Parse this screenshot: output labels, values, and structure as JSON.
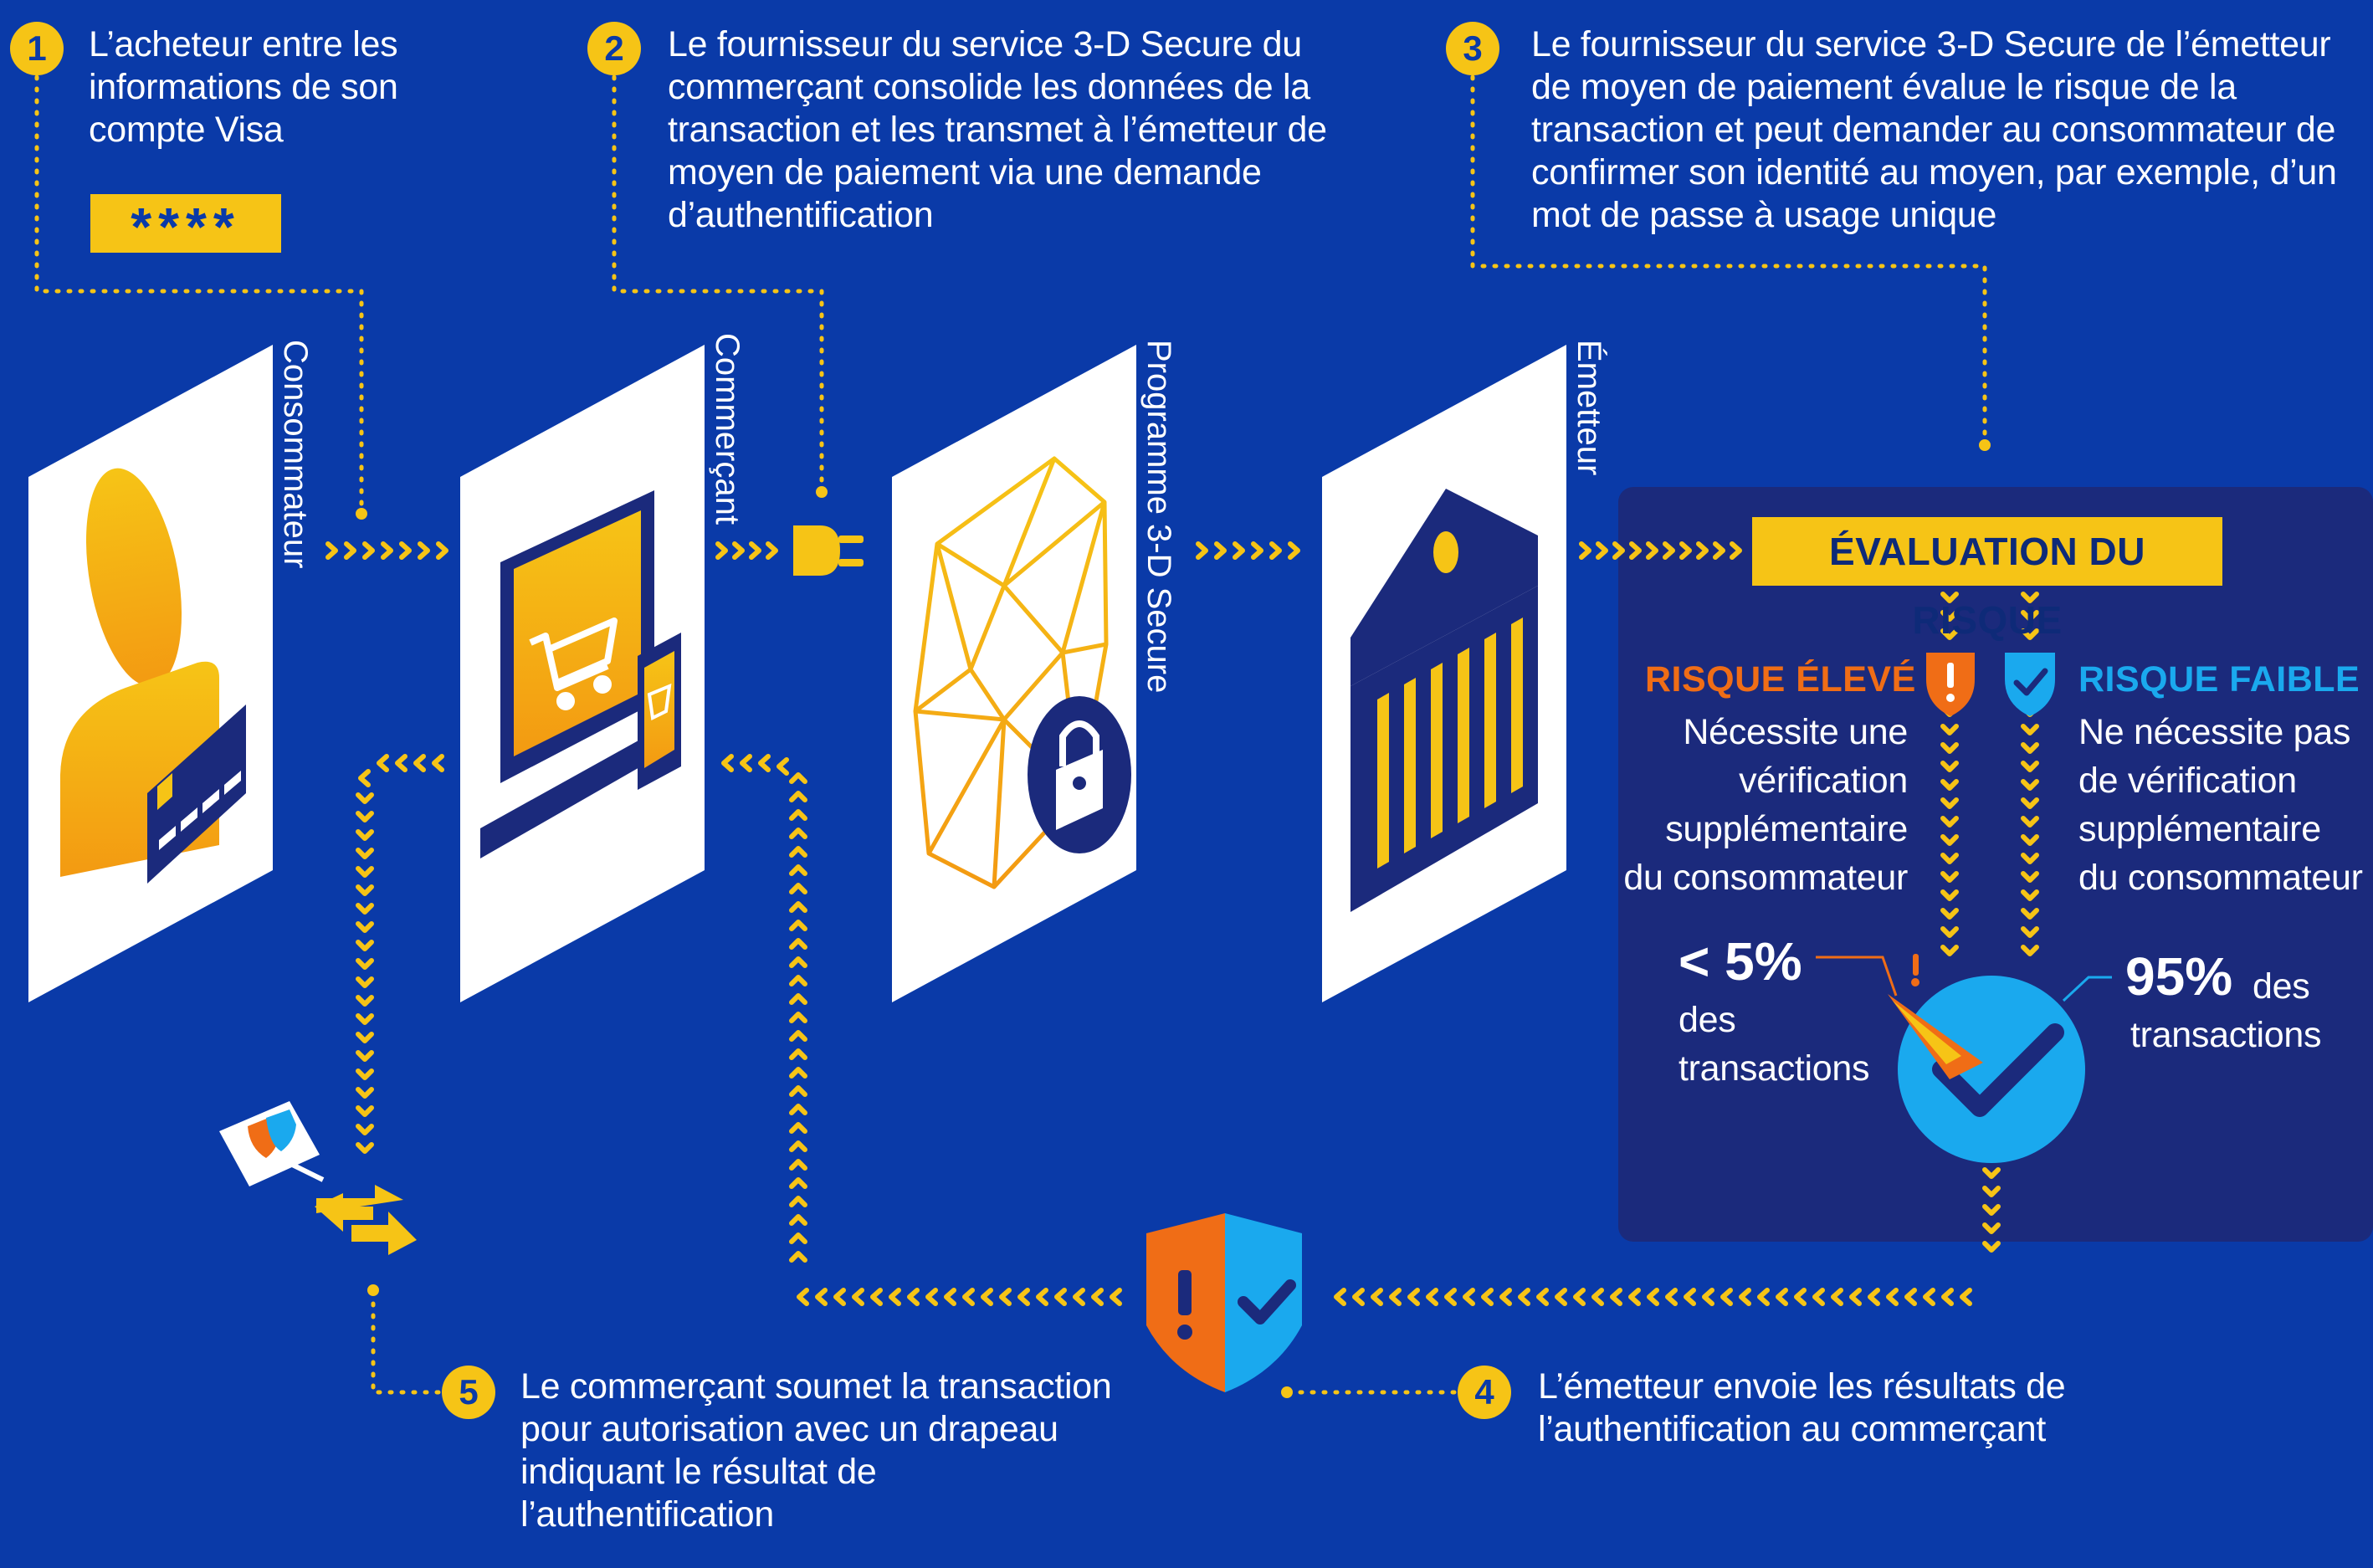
{
  "steps": [
    {
      "number": "1",
      "text": "L’acheteur entre les informations de son compte Visa"
    },
    {
      "number": "2",
      "text": "Le fournisseur du service 3-D Secure du commerçant consolide les données de la transaction et les transmet à l’émetteur de moyen de paiement via une demande d’authentification"
    },
    {
      "number": "3",
      "text": "Le fournisseur du service 3-D Secure de l’émetteur de moyen de paiement évalue le risque de la transaction et peut demander au consommateur de confirmer son identité au moyen, par exemple, d’un mot de passe à usage unique"
    },
    {
      "number": "4",
      "text": "L’émetteur envoie les résultats de l’authentification au commerçant"
    },
    {
      "number": "5",
      "text": "Le commerçant soumet la transaction pour autorisation avec un drapeau indiquant le résultat de l’authentification"
    }
  ],
  "password_mask": "****",
  "actors": {
    "consumer": "Consommateur",
    "merchant": "Commerçant",
    "program": "Programme 3-D Secure",
    "issuer": "Émetteur"
  },
  "risk": {
    "title": "ÉVALUATION DU RISQUE",
    "high": {
      "label": "RISQUE ÉLEVÉ",
      "desc": "Nécessite une vérification supplémentaire du consommateur",
      "pct": "< 5%",
      "pct_desc": "des transactions"
    },
    "low": {
      "label": "RISQUE FAIBLE",
      "desc": "Ne nécessite pas de vérification supplémentaire du consommateur",
      "pct": "95%",
      "pct_desc_inline": "des",
      "pct_desc": "transactions"
    }
  },
  "colors": {
    "background": "#0a3aa8",
    "panel": "#1b2a7c",
    "yellow": "#f6c416",
    "orange": "#f06d16",
    "cyan": "#1aa9ee",
    "navy": "#1b2a7c"
  }
}
